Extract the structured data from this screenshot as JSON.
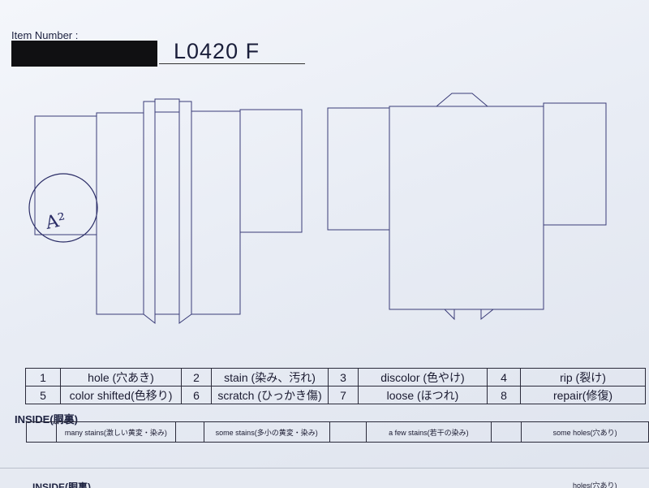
{
  "header": {
    "item_number_label": "Item Number :",
    "item_code": "L0420 F"
  },
  "annotation": {
    "circle_text": "A²"
  },
  "legend": [
    [
      {
        "num": "1",
        "label": "hole (穴あき)"
      },
      {
        "num": "2",
        "label": "stain (染み、汚れ)"
      },
      {
        "num": "3",
        "label": "discolor (色やけ)"
      },
      {
        "num": "4",
        "label": "rip (裂け)"
      }
    ],
    [
      {
        "num": "5",
        "label": "color shifted(色移り)"
      },
      {
        "num": "6",
        "label": "scratch (ひっかき傷)"
      },
      {
        "num": "7",
        "label": "loose (ほつれ)"
      },
      {
        "num": "8",
        "label": "repair(修復)"
      }
    ]
  ],
  "inside": {
    "label": "INSIDE(胴裏)",
    "items": [
      "many stains(激しい黄変・染み)",
      "some stains(多小の黄変・染み)",
      "a few stains(若干の染み)",
      "some holes(穴あり)"
    ]
  },
  "next_sheet": {
    "label": "INSIDE(胴裏)",
    "partial_item": "holes(穴あり)"
  }
}
